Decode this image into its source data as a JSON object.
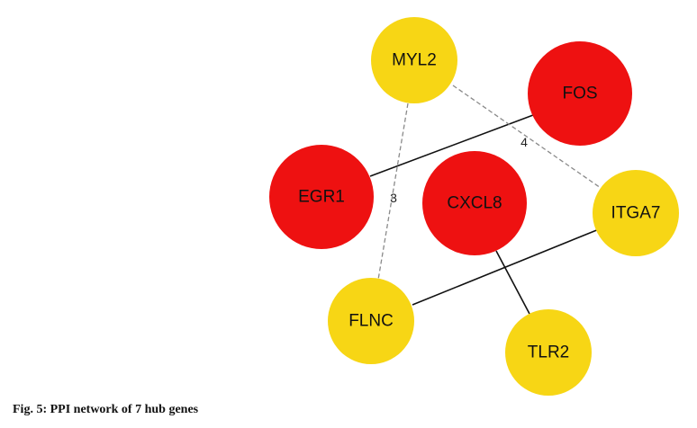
{
  "figure": {
    "caption": "Fig. 5: PPI network of 7 hub genes"
  },
  "colors": {
    "hub_red": "#ee1111",
    "hub_yellow": "#f7d615",
    "solid_edge": "#111111",
    "dashed_edge": "#8a8a8a"
  },
  "network": {
    "nodes": [
      {
        "id": "MYL2",
        "label": "MYL2",
        "color": "yellow"
      },
      {
        "id": "FOS",
        "label": "FOS",
        "color": "red"
      },
      {
        "id": "EGR1",
        "label": "EGR1",
        "color": "red"
      },
      {
        "id": "CXCL8",
        "label": "CXCL8",
        "color": "red"
      },
      {
        "id": "ITGA7",
        "label": "ITGA7",
        "color": "yellow"
      },
      {
        "id": "FLNC",
        "label": "FLNC",
        "color": "yellow"
      },
      {
        "id": "TLR2",
        "label": "TLR2",
        "color": "yellow"
      }
    ],
    "edges": [
      {
        "source": "FOS",
        "target": "EGR1",
        "style": "solid",
        "label": ""
      },
      {
        "source": "MYL2",
        "target": "FLNC",
        "style": "dashed",
        "label": "3"
      },
      {
        "source": "MYL2",
        "target": "ITGA7",
        "style": "dashed",
        "label": "4"
      },
      {
        "source": "ITGA7",
        "target": "FLNC",
        "style": "solid",
        "label": ""
      },
      {
        "source": "CXCL8",
        "target": "TLR2",
        "style": "solid",
        "label": ""
      }
    ]
  }
}
